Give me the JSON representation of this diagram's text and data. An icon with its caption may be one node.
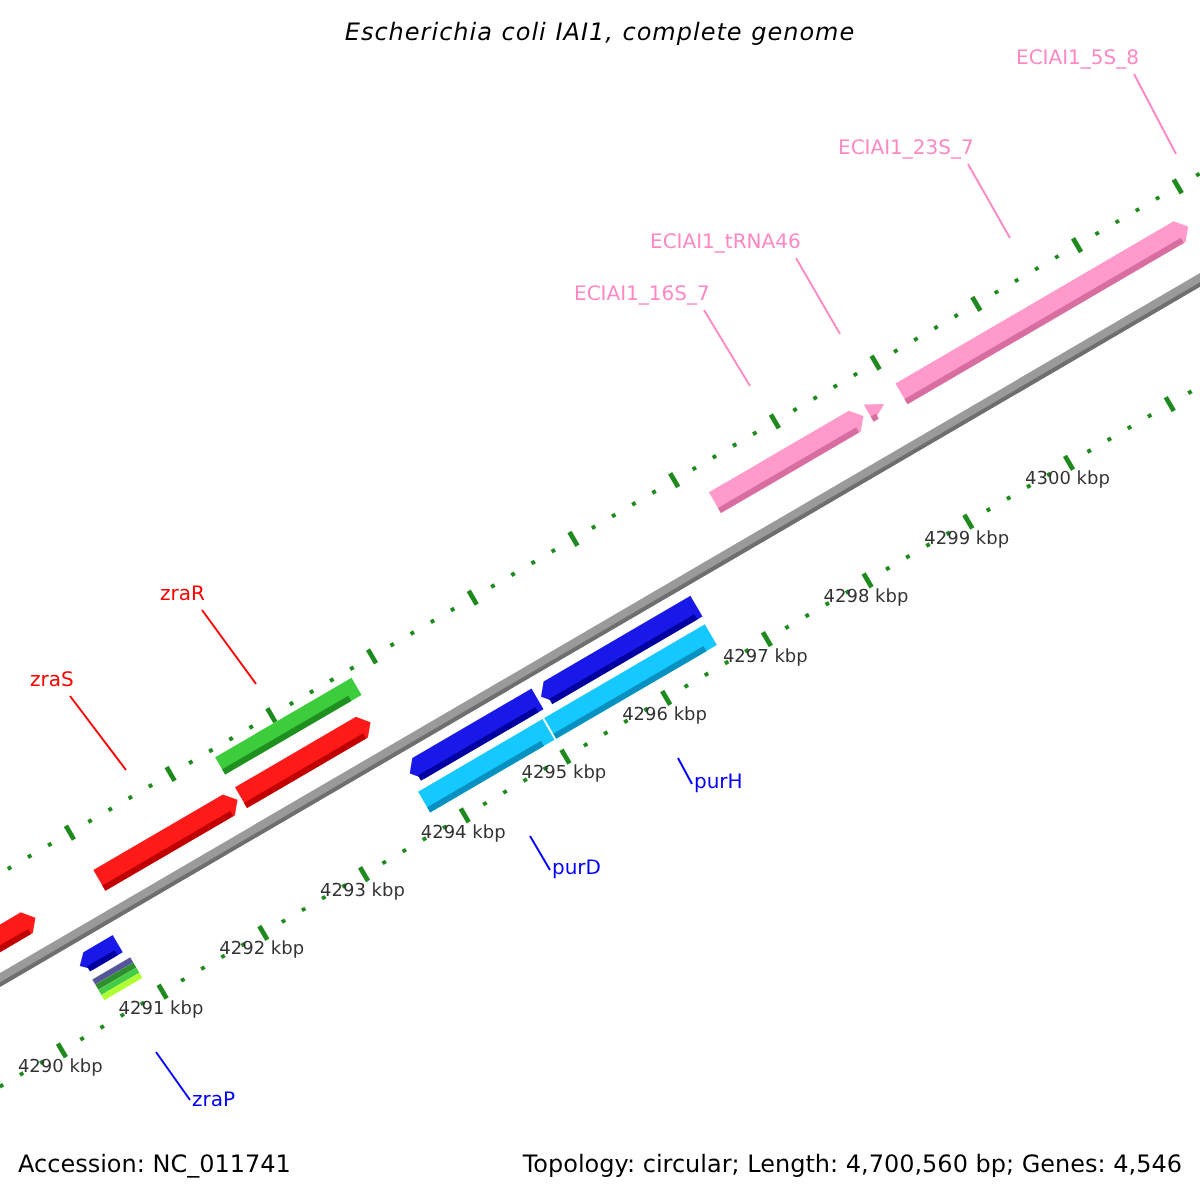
{
  "diagram": {
    "title": "Escherichia coli IAI1, complete genome",
    "nodes": [
      {
        "text": [
          "ECIAI1_5S_8"
        ]
      },
      {
        "text": [
          "ECIAI1_23S_7"
        ]
      },
      {
        "text": [
          "ECIAI1_tRNA46"
        ]
      },
      {
        "text": [
          "ECIAI1_16S_7"
        ]
      },
      {
        "text": [
          "zraR"
        ]
      },
      {
        "text": [
          "zraS"
        ]
      },
      {
        "text": [
          "purH"
        ]
      },
      {
        "text": [
          "purD"
        ]
      },
      {
        "text": [
          "zraP"
        ]
      }
    ],
    "edges": [
      {
        "from": 0,
        "to": null,
        "arrow": "none"
      },
      {
        "from": 1,
        "to": null,
        "arrow": "none"
      },
      {
        "from": 2,
        "to": null,
        "arrow": "none"
      },
      {
        "from": 3,
        "to": null,
        "arrow": "none"
      },
      {
        "from": 4,
        "to": null,
        "arrow": "none",
        "color": "#ff0000"
      },
      {
        "from": 5,
        "to": null,
        "arrow": "none",
        "color": "#ff0000"
      },
      {
        "from": 6,
        "to": null,
        "arrow": "none",
        "color": "#0000ff"
      },
      {
        "from": 7,
        "to": null,
        "arrow": "none",
        "color": "#0000ff"
      },
      {
        "from": 8,
        "to": null,
        "arrow": "none",
        "color": "#0000ff"
      }
    ],
    "labels": [
      "4300 kbp",
      "4299 kbp",
      "4298 kbp",
      "4297 kbp",
      "4296 kbp",
      "4295 kbp",
      "4294 kbp",
      "4293 kbp",
      "4292 kbp",
      "4291 kbp",
      "4290 kbp",
      "Accession: NC_011741",
      "Topology: circular; Length: 4,700,560 bp; Genes: 4,546"
    ]
  }
}
